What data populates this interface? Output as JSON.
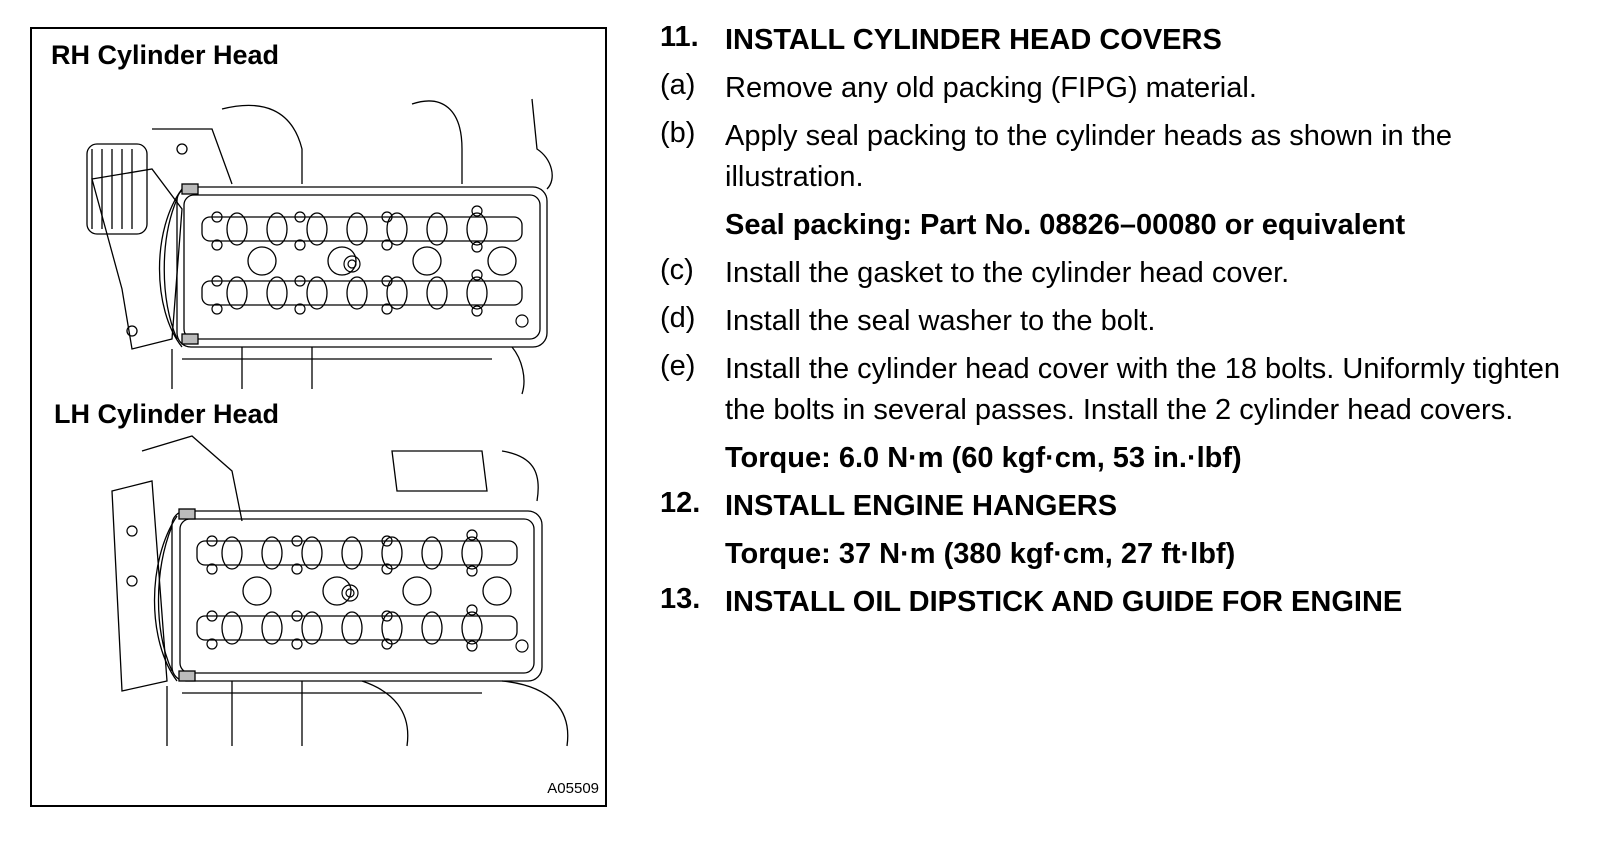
{
  "figure": {
    "rh_label": "RH Cylinder Head",
    "lh_label": "LH Cylinder Head",
    "ref_code": "A05509"
  },
  "steps": [
    {
      "num": "11.",
      "text": "INSTALL CYLINDER HEAD COVERS",
      "heading": true
    },
    {
      "num": "(a)",
      "text": "Remove any old packing (FIPG) material."
    },
    {
      "num": "(b)",
      "text": "Apply seal packing to the cylinder heads as shown in the illustration."
    },
    {
      "spec": "Seal packing: Part No. 08826–00080 or equivalent"
    },
    {
      "num": "(c)",
      "text": "Install the gasket to the cylinder head cover."
    },
    {
      "num": "(d)",
      "text": "Install the seal washer to the bolt."
    },
    {
      "num": "(e)",
      "text": "Install the cylinder head cover with the 18 bolts. Uniformly tighten the bolts in several passes. Install the 2 cylinder head covers."
    },
    {
      "spec": "Torque: 6.0 N·m (60 kgf·cm, 53 in.·lbf)"
    },
    {
      "num": "12.",
      "text": "INSTALL ENGINE HANGERS",
      "heading": true
    },
    {
      "spec": "Torque: 37 N·m (380 kgf·cm, 27 ft·lbf)"
    },
    {
      "num": "13.",
      "text": "INSTALL OIL DIPSTICK AND GUIDE FOR ENGINE",
      "heading": true
    }
  ]
}
